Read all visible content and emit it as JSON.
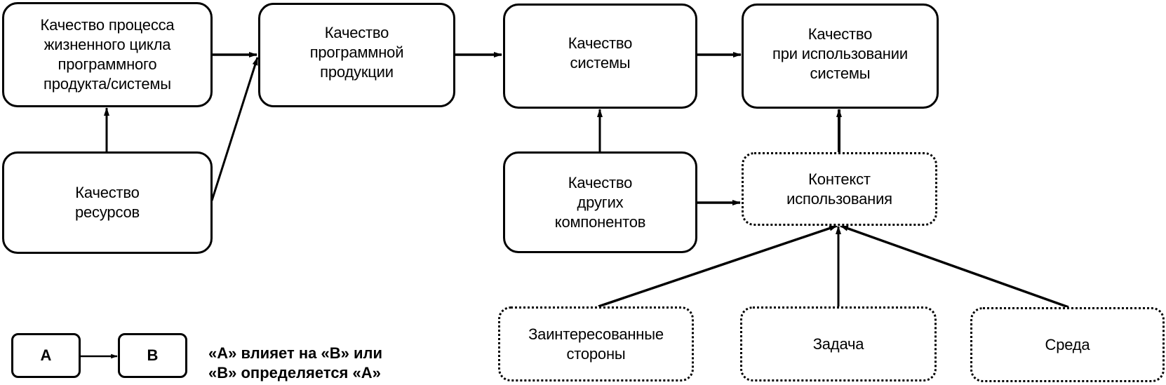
{
  "diagram": {
    "nodes": {
      "process_quality": {
        "label": "Качество процесса\nжизненного цикла\nпрограммного\nпродукта/системы",
        "style": "solid"
      },
      "software_quality": {
        "label": "Качество\nпрограммной\nпродукции",
        "style": "solid"
      },
      "system_quality": {
        "label": "Качество\nсистемы",
        "style": "solid"
      },
      "quality_in_use": {
        "label": "Качество\nпри использовании\nсистемы",
        "style": "solid"
      },
      "resource_quality": {
        "label": "Качество\nресурсов",
        "style": "solid"
      },
      "other_components_quality": {
        "label": "Качество\nдругих\nкомпонентов",
        "style": "solid"
      },
      "context_of_use": {
        "label": "Контекст\nиспользования",
        "style": "dotted"
      },
      "stakeholders": {
        "label": "Заинтересованные\nстороны",
        "style": "dotted"
      },
      "task": {
        "label": "Задача",
        "style": "dotted"
      },
      "environment": {
        "label": "Среда",
        "style": "dotted"
      }
    },
    "edges": [
      {
        "from": "process_quality",
        "to": "software_quality"
      },
      {
        "from": "resource_quality",
        "to": "process_quality"
      },
      {
        "from": "resource_quality",
        "to": "software_quality"
      },
      {
        "from": "software_quality",
        "to": "system_quality"
      },
      {
        "from": "system_quality",
        "to": "quality_in_use"
      },
      {
        "from": "other_components_quality",
        "to": "system_quality"
      },
      {
        "from": "other_components_quality",
        "to": "context_of_use"
      },
      {
        "from": "context_of_use",
        "to": "quality_in_use"
      },
      {
        "from": "stakeholders",
        "to": "context_of_use"
      },
      {
        "from": "task",
        "to": "context_of_use"
      },
      {
        "from": "environment",
        "to": "context_of_use"
      }
    ],
    "legend": {
      "box_a": "A",
      "box_b": "B",
      "text": "«А» влияет на «В» или\n«В» определяется «А»"
    }
  }
}
